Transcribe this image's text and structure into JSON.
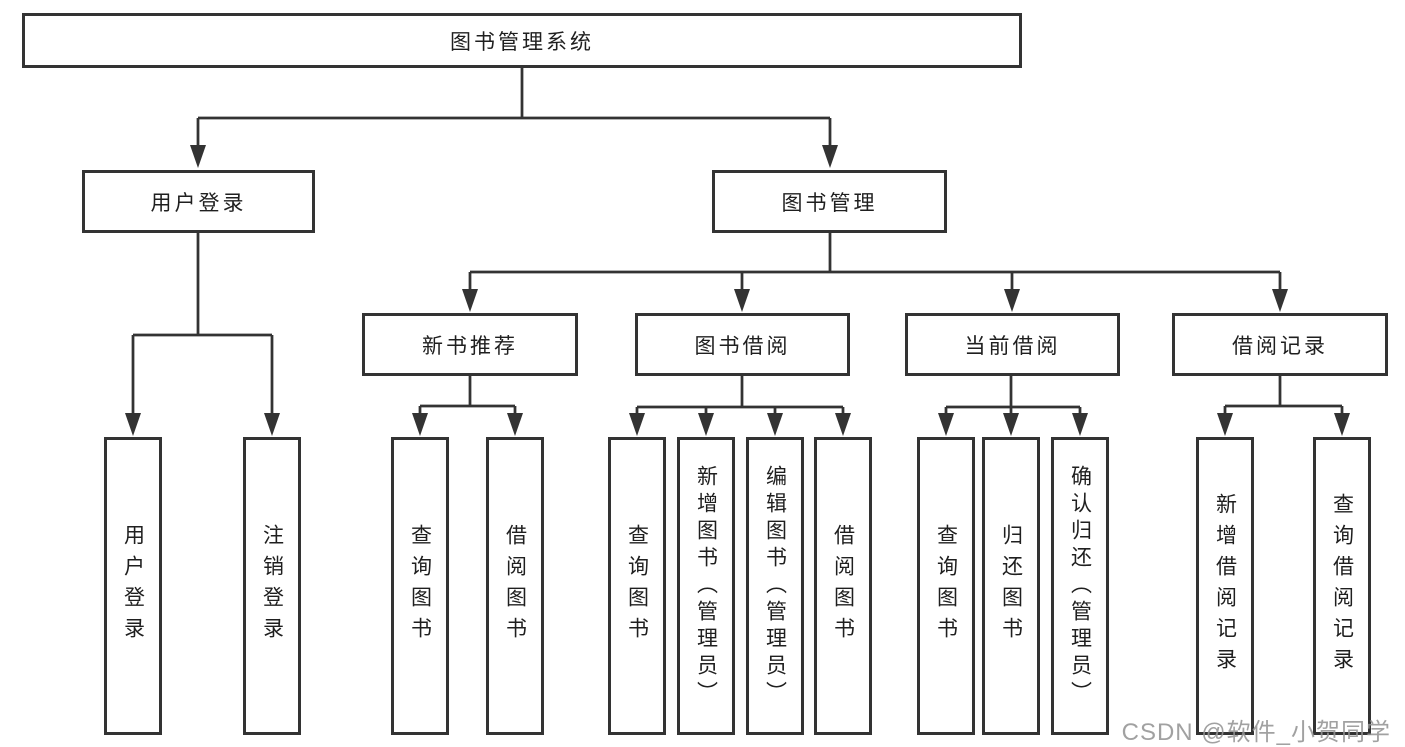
{
  "page": {
    "background": "#ffffff"
  },
  "diagram": {
    "type": "hierarchy-tree",
    "root": {
      "label": "图书管理系统"
    },
    "branches": [
      {
        "label": "用户登录",
        "children": [
          {
            "label": "用户登录"
          },
          {
            "label": "注销登录"
          }
        ]
      },
      {
        "label": "图书管理",
        "children": [
          {
            "label": "新书推荐",
            "children": [
              {
                "label": "查询图书"
              },
              {
                "label": "借阅图书"
              }
            ]
          },
          {
            "label": "图书借阅",
            "children": [
              {
                "label": "查询图书"
              },
              {
                "label": "新增图书（管理员）"
              },
              {
                "label": "编辑图书（管理员）"
              },
              {
                "label": "借阅图书"
              }
            ]
          },
          {
            "label": "当前借阅",
            "children": [
              {
                "label": "查询图书"
              },
              {
                "label": "归还图书"
              },
              {
                "label": "确认归还（管理员）"
              }
            ]
          },
          {
            "label": "借阅记录",
            "children": [
              {
                "label": "新增借阅记录"
              },
              {
                "label": "查询借阅记录"
              }
            ]
          }
        ]
      }
    ],
    "colors": {
      "line": "#333333",
      "text": "#1f1f1f",
      "box_background": "#ffffff"
    }
  },
  "watermark": {
    "text": "CSDN @软件_小贺同学",
    "color": "#949494"
  }
}
